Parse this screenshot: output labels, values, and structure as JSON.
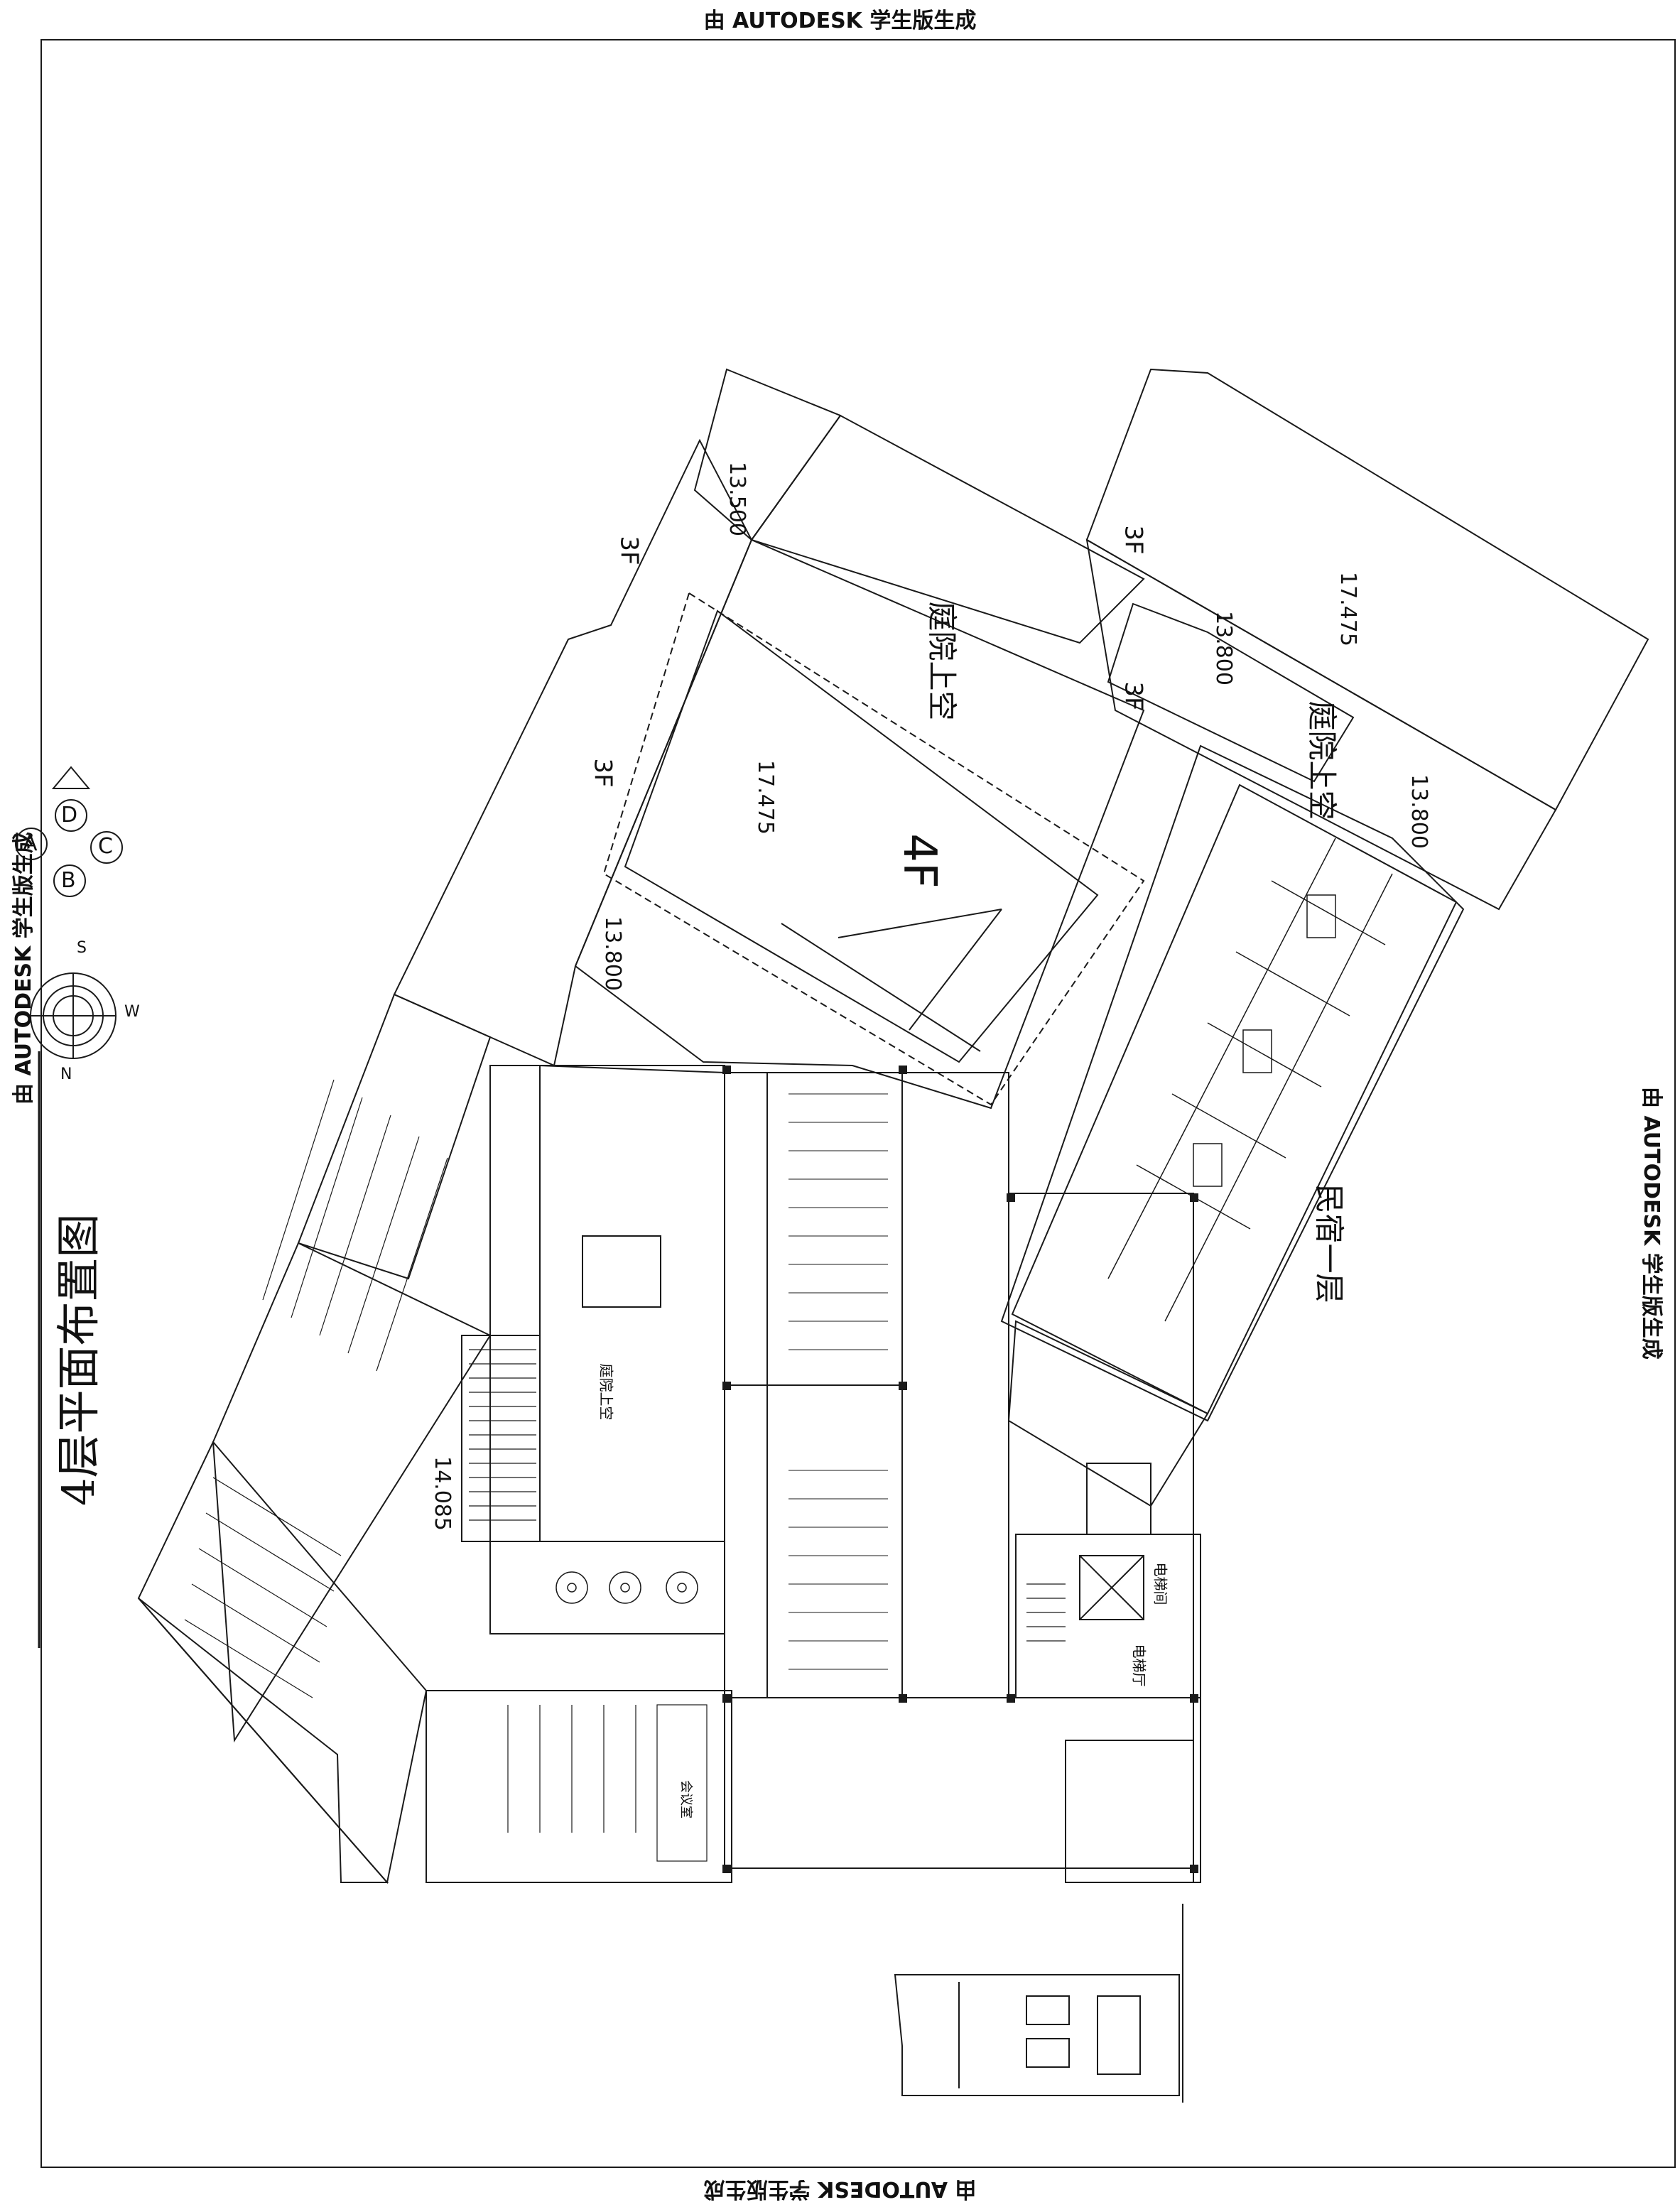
{
  "watermark": "由 AUTODESK 学生版生成",
  "drawing_title": "4层平面布置图",
  "floor_label": "4F",
  "floor_marks": [
    "3F",
    "3F",
    "3F",
    "3F"
  ],
  "areas": {
    "courtyard_void_1": "庭院上空",
    "courtyard_void_2": "庭院上空",
    "courtyard_void_3": "庭院上空",
    "homestay": "民宿一层",
    "meeting_room": "会议室",
    "elevator_hall": "电梯厅",
    "elevator_room": "电梯间"
  },
  "elevations": [
    "13.500",
    "17.475",
    "17.475",
    "13.800",
    "13.800",
    "13.800",
    "14.085"
  ],
  "compass": {
    "letters": [
      "N",
      "S",
      "W"
    ]
  },
  "orientation_key": [
    "D",
    "C",
    "A",
    "B"
  ],
  "colors": {
    "ink": "#1a1a1a",
    "paper": "#ffffff"
  }
}
